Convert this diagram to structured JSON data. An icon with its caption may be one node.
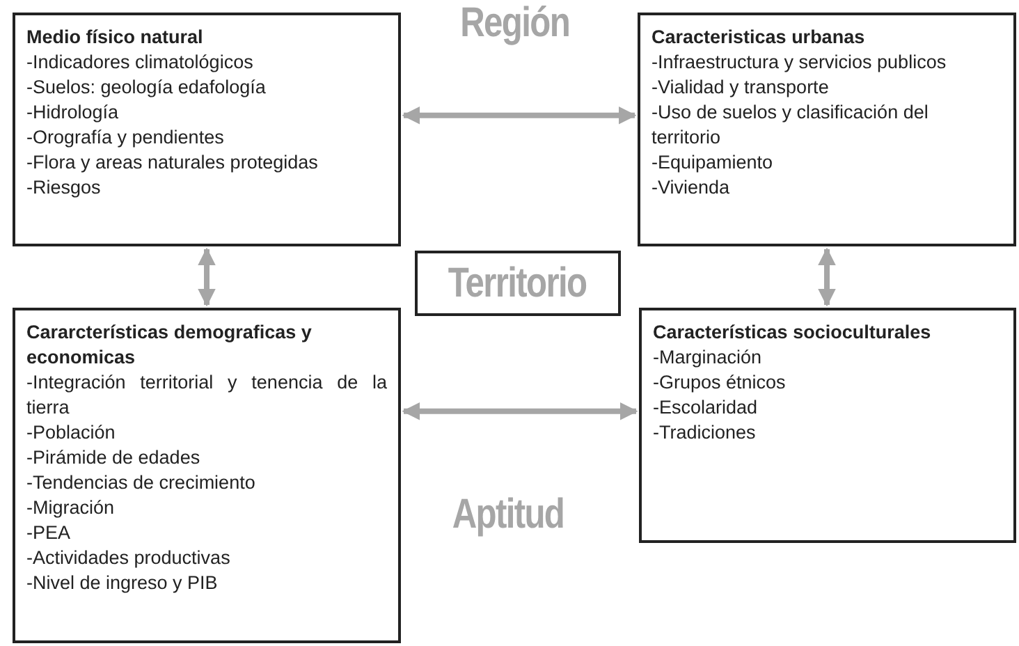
{
  "diagram": {
    "nodes": [
      {
        "text": [
          "Medio físico natural",
          "-Indicadores climatológicos",
          "-Suelos: geología edafología",
          "-Hidrología",
          "-Orografía y pendientes",
          "-Flora y areas naturales protegidas",
          "-Riesgos"
        ]
      },
      {
        "text": [
          "Caracteristicas urbanas",
          "-Infraestructura y servicios publicos",
          "-Vialidad y transporte",
          "-Uso de suelos y clasificación del territorio",
          "-Equipamiento",
          "-Vivienda"
        ]
      },
      {
        "text": [
          "Territorio"
        ]
      },
      {
        "text": [
          "Cararcterísticas demograficas y economicas",
          "-Integración territorial y tenencia de la tierra",
          "-Población",
          "-Pirámide de edades",
          "-Tendencias de crecimiento",
          "-Migración",
          "-PEA",
          "-Actividades productivas",
          "-Nivel de ingreso y PIB"
        ]
      },
      {
        "text": [
          "Características socioculturales",
          "-Marginación",
          "-Grupos étnicos",
          "-Escolaridad",
          "-Tradiciones"
        ]
      }
    ],
    "edges": [
      {
        "from": 0,
        "to": 1,
        "arrow": "both"
      },
      {
        "from": 0,
        "to": 3,
        "arrow": "both"
      },
      {
        "from": 1,
        "to": 4,
        "arrow": "both"
      },
      {
        "from": 3,
        "to": 4,
        "arrow": "both"
      }
    ],
    "labels": [
      "Región",
      "Aptitud"
    ]
  }
}
